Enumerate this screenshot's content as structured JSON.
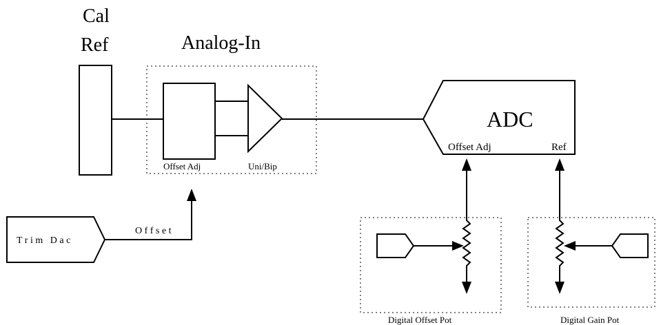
{
  "diagram": {
    "cal_ref_line1": "Cal",
    "cal_ref_line2": "Ref",
    "analog_in_label": "Analog-In",
    "offset_adj_label": "Offset Adj",
    "uni_bip_label": "Uni/Bip",
    "adc_label": "ADC",
    "adc_offset_adj_label": "Offset Adj",
    "adc_ref_label": "Ref",
    "trim_dac_label": "T r i m   D a c",
    "offset_signal_label": "O f f s e t",
    "digital_offset_pot_label": "Digital Offset Pot",
    "digital_gain_pot_label": "Digital Gain Pot"
  }
}
